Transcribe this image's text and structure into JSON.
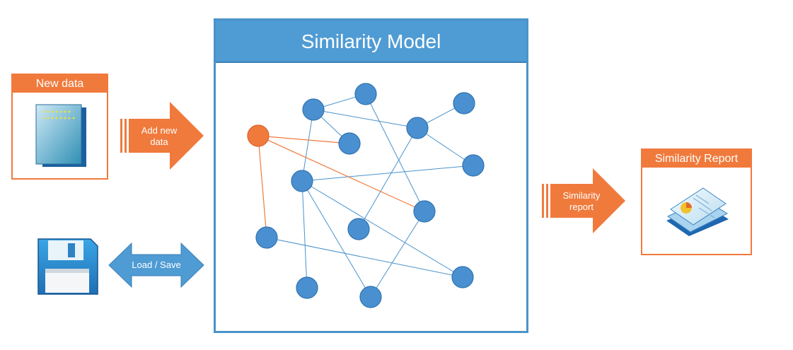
{
  "new_data": {
    "title": "New data"
  },
  "add_arrow": {
    "label_line1": "Add new",
    "label_line2": "data"
  },
  "load_save": {
    "label": "Load / Save"
  },
  "model": {
    "title": "Similarity Model"
  },
  "report_arrow": {
    "label_line1": "Similarity",
    "label_line2": "report"
  },
  "report": {
    "title": "Similarity Report"
  },
  "colors": {
    "orange": "#f07a3c",
    "blue": "#4f9bd4",
    "node_blue": "#4a90d0",
    "node_orange": "#f07a3c"
  },
  "icons": {
    "new_data": "document-stack-icon",
    "save": "floppy-disk-icon",
    "report": "report-document-icon"
  }
}
